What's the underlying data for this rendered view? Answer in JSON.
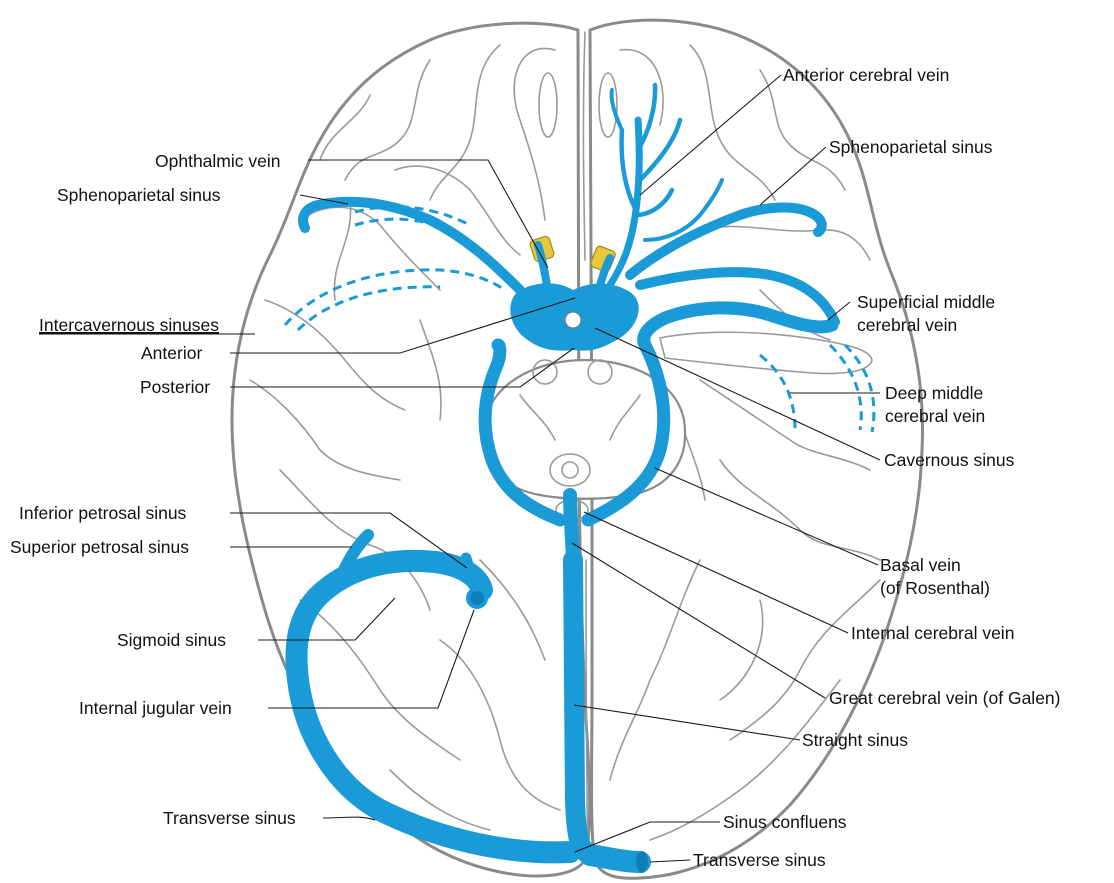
{
  "colors": {
    "vein": "#1a9ad6",
    "vein_dark": "#0f7fb8",
    "brain_outline": "#8a8a8a",
    "nerve_yellow": "#e8c93a"
  },
  "labels": {
    "anterior_cerebral_vein": "Anterior cerebral vein",
    "ophthalmic_vein": "Ophthalmic vein",
    "sphenoparietal_sinus_left": "Sphenoparietal sinus",
    "sphenoparietal_sinus_right": "Sphenoparietal sinus",
    "superficial_middle_line1": "Superficial middle",
    "superficial_middle_line2": "cerebral vein",
    "intercavernous_heading": "Intercavernous sinuses",
    "anterior": "Anterior",
    "posterior": "Posterior",
    "deep_middle_line1": "Deep middle",
    "deep_middle_line2": "cerebral vein",
    "cavernous_sinus": "Cavernous sinus",
    "inferior_petrosal_sinus": "Inferior petrosal sinus",
    "superior_petrosal_sinus": "Superior petrosal sinus",
    "basal_vein_line1": "Basal vein",
    "basal_vein_line2": "(of Rosenthal)",
    "sigmoid_sinus": "Sigmoid sinus",
    "internal_cerebral_vein": "Internal cerebral vein",
    "internal_jugular_vein": "Internal jugular vein",
    "great_cerebral_vein": "Great cerebral vein (of Galen)",
    "straight_sinus": "Straight sinus",
    "transverse_sinus_left": "Transverse sinus",
    "sinus_confluens": "Sinus confluens",
    "transverse_sinus_right": "Transverse sinus"
  }
}
